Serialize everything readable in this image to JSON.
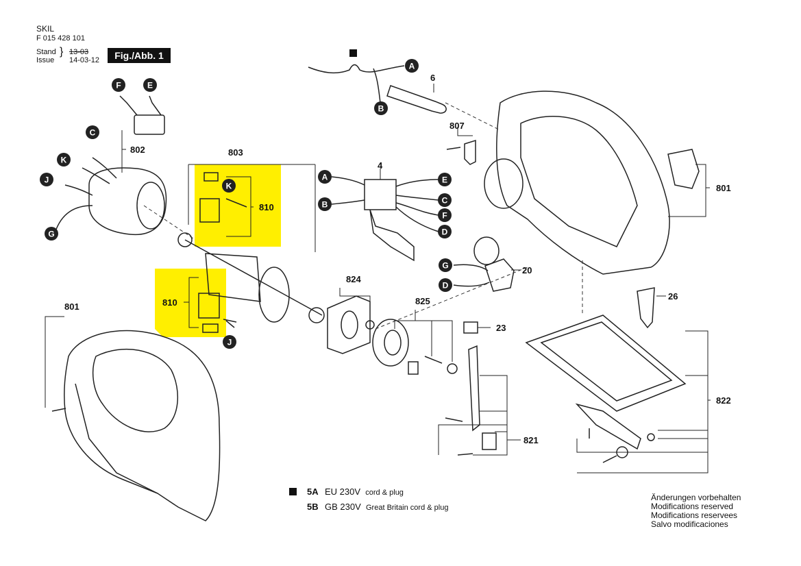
{
  "header": {
    "brand": "SKIL",
    "part_number": "F 015 428 101",
    "stand_label": "Stand",
    "issue_label": "Issue",
    "stand_date": "13-03",
    "issue_date": "14-03-12",
    "figure": "Fig./Abb. 1"
  },
  "parts": {
    "p6": "6",
    "p807": "807",
    "p4": "4",
    "p20": "20",
    "p26": "26",
    "p801a": "801",
    "p801b": "801",
    "p802": "802",
    "p803": "803",
    "p810a": "810",
    "p810b": "810",
    "p824": "824",
    "p825": "825",
    "p23": "23",
    "p821": "821",
    "p822": "822"
  },
  "callouts": {
    "A": "A",
    "B": "B",
    "C": "C",
    "D": "D",
    "E": "E",
    "F": "F",
    "G": "G",
    "J": "J",
    "K": "K"
  },
  "legend": [
    {
      "code": "5A",
      "voltage": "EU 230V",
      "desc": "cord & plug"
    },
    {
      "code": "5B",
      "voltage": "GB 230V",
      "desc": "Great Britain cord & plug"
    }
  ],
  "notice": [
    "Änderungen vorbehalten",
    "Modifications reserved",
    "Modifications reservees",
    "Salvo modificaciones"
  ],
  "colors": {
    "highlight": "#ffef00",
    "ink": "#111111",
    "callout": "#222222"
  }
}
